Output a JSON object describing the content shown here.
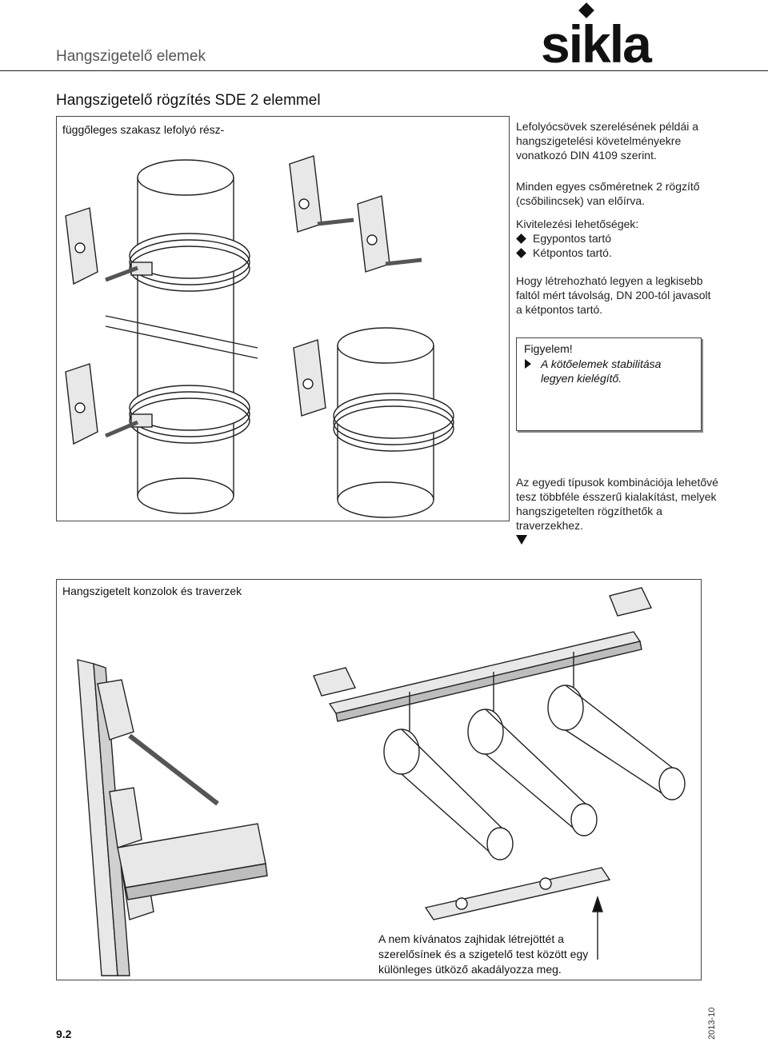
{
  "header": {
    "section_title": "Hangszigetelő elemek",
    "logo_text": "sikla"
  },
  "page_heading": "Hangszigetelő rögzítés SDE 2 elemmel",
  "figure1": {
    "label": "függőleges szakasz lefolyó rész-"
  },
  "side_text": {
    "p1": "Lefolyócsövek szerelésének példái a hangszigetelési követelményekre vonatkozó DIN 4109 szerint.",
    "p2": "Minden egyes csőméretnek 2 rögzítő (csőbilincsek) van előírva.",
    "p3_intro": "Kivitelezési lehetőségek:",
    "options": [
      "Egypontos tartó",
      "Kétpontos tartó."
    ],
    "p4": "Hogy létrehozható legyen a legkisebb faltól mért távolság, DN 200-tól javasolt a kétpontos tartó.",
    "p5": "Az egyedi típusok kombinációja lehetővé tesz többféle ésszerű kialakítást, melyek hangszigetelten rögzíthetők a traverzekhez."
  },
  "warning": {
    "title": "Figyelem!",
    "text": "A kötőelemek stabilitása legyen kielégítő."
  },
  "figure2": {
    "label": "Hangszigetelt konzolok és traverzek",
    "caption": "A nem kívánatos zajhidak létrejöttét a szerelősínek és a szigetelő test között egy különleges ütköző akadályozza meg."
  },
  "footer": {
    "page_number": "9.2",
    "date": "2013-10"
  },
  "colors": {
    "text": "#1a1a1a",
    "line": "#222222",
    "fill_light": "#e8e8e8",
    "fill_mid": "#bdbdbd"
  }
}
